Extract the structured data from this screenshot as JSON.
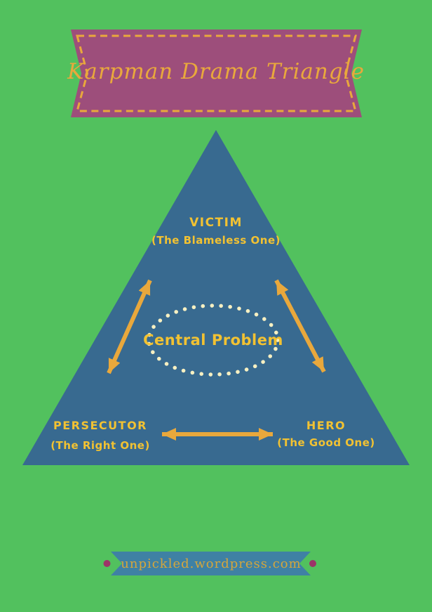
{
  "poster": {
    "title": "Karpman Drama Triangle",
    "center_label": "Central Problem",
    "roles": {
      "victim": {
        "name": "VICTIM",
        "epithet": "(The Blameless One)"
      },
      "persecutor": {
        "name": "PERSECUTOR",
        "epithet": "(The Right One)"
      },
      "hero": {
        "name": "HERO",
        "epithet": "(The Good One)"
      }
    },
    "footer": {
      "site": "unpickled.wordpress.com"
    }
  },
  "icons": {
    "arrows": [
      "victim-persecutor-arrow",
      "victim-hero-arrow",
      "persecutor-hero-arrow"
    ]
  },
  "colors": {
    "background_green": "#52c15e",
    "triangle_blue": "#386a90",
    "banner_purple": "#9d4e7b",
    "ribbon_teal": "#3f81a4",
    "label_yellow": "#f2c232",
    "gold": "#e9a83c",
    "footer_gold": "#d4a63c",
    "dot_cream": "#f7f0c2",
    "dot_magenta": "#9c3468"
  }
}
